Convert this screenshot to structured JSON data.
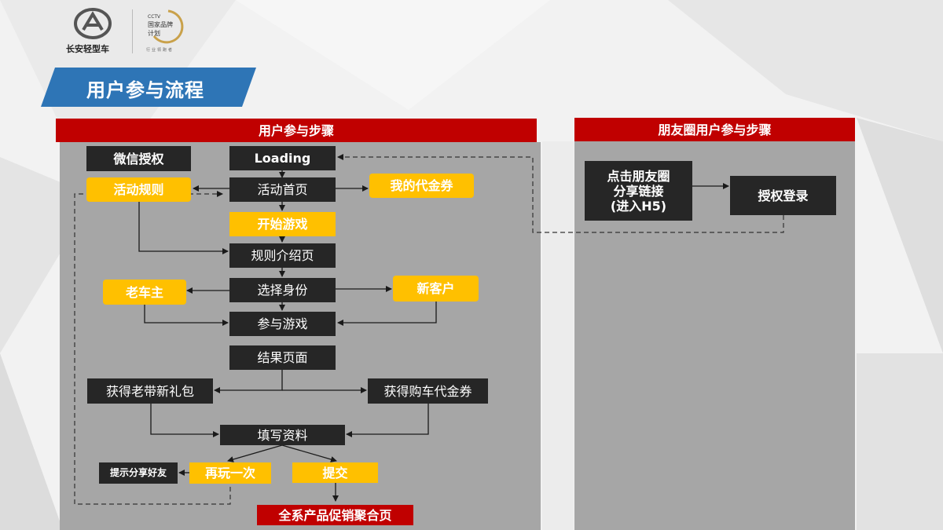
{
  "header": {
    "brand_name": "长安轻型车",
    "cctv_line1": "CCTV",
    "cctv_line2": "国家品牌",
    "cctv_line3": "计划",
    "cctv_slogan": "行业领跑者",
    "page_title": "用户参与流程"
  },
  "left_panel": {
    "title": "用户参与步骤",
    "nodes": {
      "wechat_auth": "微信授权",
      "loading": "Loading",
      "activity_rules": "活动规则",
      "activity_home": "活动首页",
      "my_voucher": "我的代金券",
      "start_game": "开始游戏",
      "rules_intro": "规则介绍页",
      "old_owner": "老车主",
      "choose_identity": "选择身份",
      "new_customer": "新客户",
      "join_game": "参与游戏",
      "result_page": "结果页面",
      "referral_gift": "获得老带新礼包",
      "car_voucher": "获得购车代金券",
      "fill_info": "填写资料",
      "share_hint": "提示分享好友",
      "play_again": "再玩一次",
      "submit": "提交",
      "promo_page": "全系产品促销聚合页"
    }
  },
  "right_panel": {
    "title": "朋友圈用户参与步骤",
    "nodes": {
      "click_share_l1": "点击朋友圈",
      "click_share_l2": "分享链接",
      "click_share_l3": "(进入H5)",
      "auth_login": "授权登录"
    }
  },
  "colors": {
    "dark_box": "#262626",
    "yellow_box": "#ffc000",
    "red_bar": "#c00000",
    "panel_gray": "#a6a6a6",
    "title_blue": "#2e75b6"
  }
}
